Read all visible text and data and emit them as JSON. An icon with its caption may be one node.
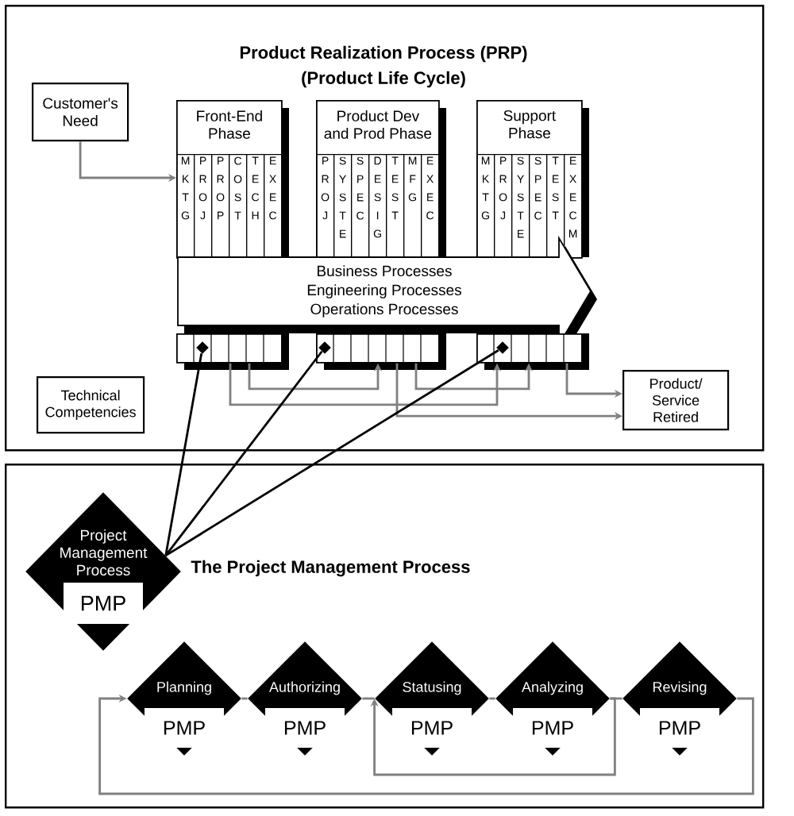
{
  "diagram": {
    "nodes": [
      {
        "text": [
          "Product Realization Process (PRP)",
          "(Product Life Cycle)"
        ]
      },
      {
        "text": [
          "Customer's Need"
        ],
        "in": 0
      },
      {
        "text": [
          "Front-End Phase"
        ],
        "in": 0
      },
      {
        "text": [
          "MKTG"
        ],
        "in": 2
      },
      {
        "text": [
          "PROJ"
        ],
        "in": 2
      },
      {
        "text": [
          "PROP"
        ],
        "in": 2
      },
      {
        "text": [
          "COST"
        ],
        "in": 2
      },
      {
        "text": [
          "TECH"
        ],
        "in": 2
      },
      {
        "text": [
          "EXEC"
        ],
        "in": 2
      },
      {
        "text": [
          "Product Dev and Prod Phase"
        ],
        "in": 0
      },
      {
        "text": [
          "PROJ"
        ],
        "in": 9
      },
      {
        "text": [
          "SYSTE"
        ],
        "in": 9
      },
      {
        "text": [
          "SPEC"
        ],
        "in": 9
      },
      {
        "text": [
          "DESIG"
        ],
        "in": 9
      },
      {
        "text": [
          "TEST"
        ],
        "in": 9
      },
      {
        "text": [
          "MFG"
        ],
        "in": 9
      },
      {
        "text": [
          "EXEC"
        ],
        "in": 9
      },
      {
        "text": [
          "Support Phase"
        ],
        "in": 0
      },
      {
        "text": [
          "MKTG"
        ],
        "in": 17
      },
      {
        "text": [
          "PROJ"
        ],
        "in": 17
      },
      {
        "text": [
          "SYSTE"
        ],
        "in": 17
      },
      {
        "text": [
          "SPEC"
        ],
        "in": 17
      },
      {
        "text": [
          "TEST"
        ],
        "in": 17
      },
      {
        "text": [
          "EXECM"
        ],
        "in": 17
      },
      {
        "text": [
          "Business Processes",
          "Engineering Processes",
          "Operations Processes"
        ],
        "in": 0
      },
      {
        "text": [],
        "shape": "box",
        "in": 0
      },
      {
        "text": [],
        "shape": "diamond",
        "in": 25
      },
      {
        "text": [],
        "shape": "box",
        "in": 0
      },
      {
        "text": [],
        "shape": "diamond",
        "in": 27
      },
      {
        "text": [],
        "shape": "box",
        "in": 0
      },
      {
        "text": [],
        "shape": "diamond",
        "in": 29
      },
      {
        "text": [
          "Technical Competencies"
        ],
        "in": 0
      },
      {
        "text": [
          "Product/ Service Retired"
        ],
        "in": 0
      },
      {
        "text": [
          "The Project Management Process"
        ]
      },
      {
        "text": [
          "Project Management Process",
          "PMP"
        ],
        "in": 33
      },
      {
        "text": [
          "Planning",
          "PMP"
        ],
        "in": 33
      },
      {
        "text": [
          "Authorizing",
          "PMP"
        ],
        "in": 33
      },
      {
        "text": [
          "Statusing",
          "PMP"
        ],
        "in": 33
      },
      {
        "text": [
          "Analyzing",
          "PMP"
        ],
        "in": 33
      },
      {
        "text": [
          "Revising",
          "PMP"
        ],
        "in": 33
      }
    ],
    "edges": [
      {
        "from": 1,
        "to": 2,
        "arrow": "to"
      },
      {
        "from": 25,
        "to": 27,
        "arrow": "to"
      },
      {
        "from": 25,
        "to": 29,
        "arrow": "to"
      },
      {
        "from": 27,
        "to": 29,
        "arrow": "to"
      },
      {
        "from": 27,
        "to": 32,
        "arrow": "to"
      },
      {
        "from": 29,
        "to": 32,
        "arrow": "to"
      },
      {
        "from": 34,
        "to": 26,
        "arrow": "none",
        "color": "#000000"
      },
      {
        "from": 34,
        "to": 28,
        "arrow": "none",
        "color": "#000000"
      },
      {
        "from": 34,
        "to": 30,
        "arrow": "none",
        "color": "#000000"
      },
      {
        "from": 35,
        "to": 36,
        "arrow": "none"
      },
      {
        "from": 36,
        "to": 37,
        "arrow": "none"
      },
      {
        "from": 37,
        "to": 38,
        "arrow": "none"
      },
      {
        "from": 38,
        "to": 39,
        "arrow": "none"
      },
      {
        "from": 38,
        "to": 37,
        "arrow": "to"
      },
      {
        "from": 39,
        "to": 35,
        "arrow": "to"
      }
    ]
  }
}
